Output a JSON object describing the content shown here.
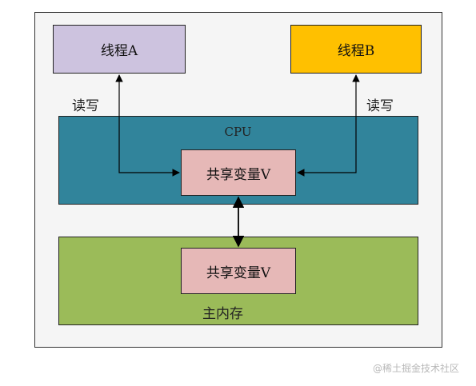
{
  "diagram": {
    "thread_a": "线程A",
    "thread_b": "线程B",
    "read_write_left": "读写",
    "read_write_right": "读写",
    "cpu": "CPU",
    "cpu_shared_var": "共享变量V",
    "memory_shared_var": "共享变量V",
    "main_memory": "主内存"
  },
  "colors": {
    "thread_a": "#cdc3df",
    "thread_b": "#ffc000",
    "cpu": "#31849b",
    "shared_var": "#e6b8b7",
    "main_memory": "#9bbb59"
  },
  "watermark": "@稀土掘金技术社区"
}
